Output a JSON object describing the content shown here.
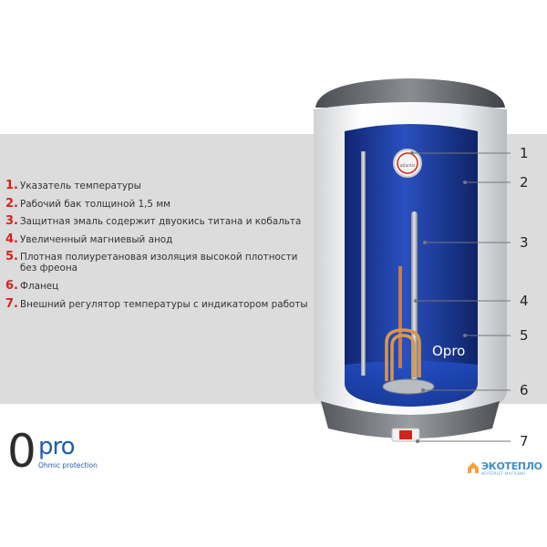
{
  "legend": [
    {
      "num": "1.",
      "text": "Указатель температуры"
    },
    {
      "num": "2.",
      "text": "Рабочий бак толщиной 1,5 мм"
    },
    {
      "num": "3.",
      "text": "Защитная эмаль содержит двуокись титана и кобальта"
    },
    {
      "num": "4.",
      "text": "Увеличенный магниевый анод"
    },
    {
      "num": "5.",
      "text": "Плотная полиуретановая изоляция высокой плотности без фреона"
    },
    {
      "num": "6.",
      "text": "Фланец"
    },
    {
      "num": "7.",
      "text": "Внешний регулятор температуры с индикатором работы"
    }
  ],
  "callouts": [
    "1",
    "2",
    "3",
    "4",
    "5",
    "6",
    "7"
  ],
  "heater": {
    "gauge_brand": "atlantic",
    "tank_label": "Opro"
  },
  "logo": {
    "zero": "0",
    "pro": "pro",
    "subtitle": "Ohmic protection"
  },
  "store": {
    "name": "ЭКОТЕПЛО",
    "tagline": "ИНТЕРНЕТ-МАГАЗИН"
  },
  "colors": {
    "accent_red": "#d62218",
    "tank_blue": "#1e3c9e",
    "band_gray": "#dcdcdc",
    "logo_blue": "#1d5fa8"
  }
}
